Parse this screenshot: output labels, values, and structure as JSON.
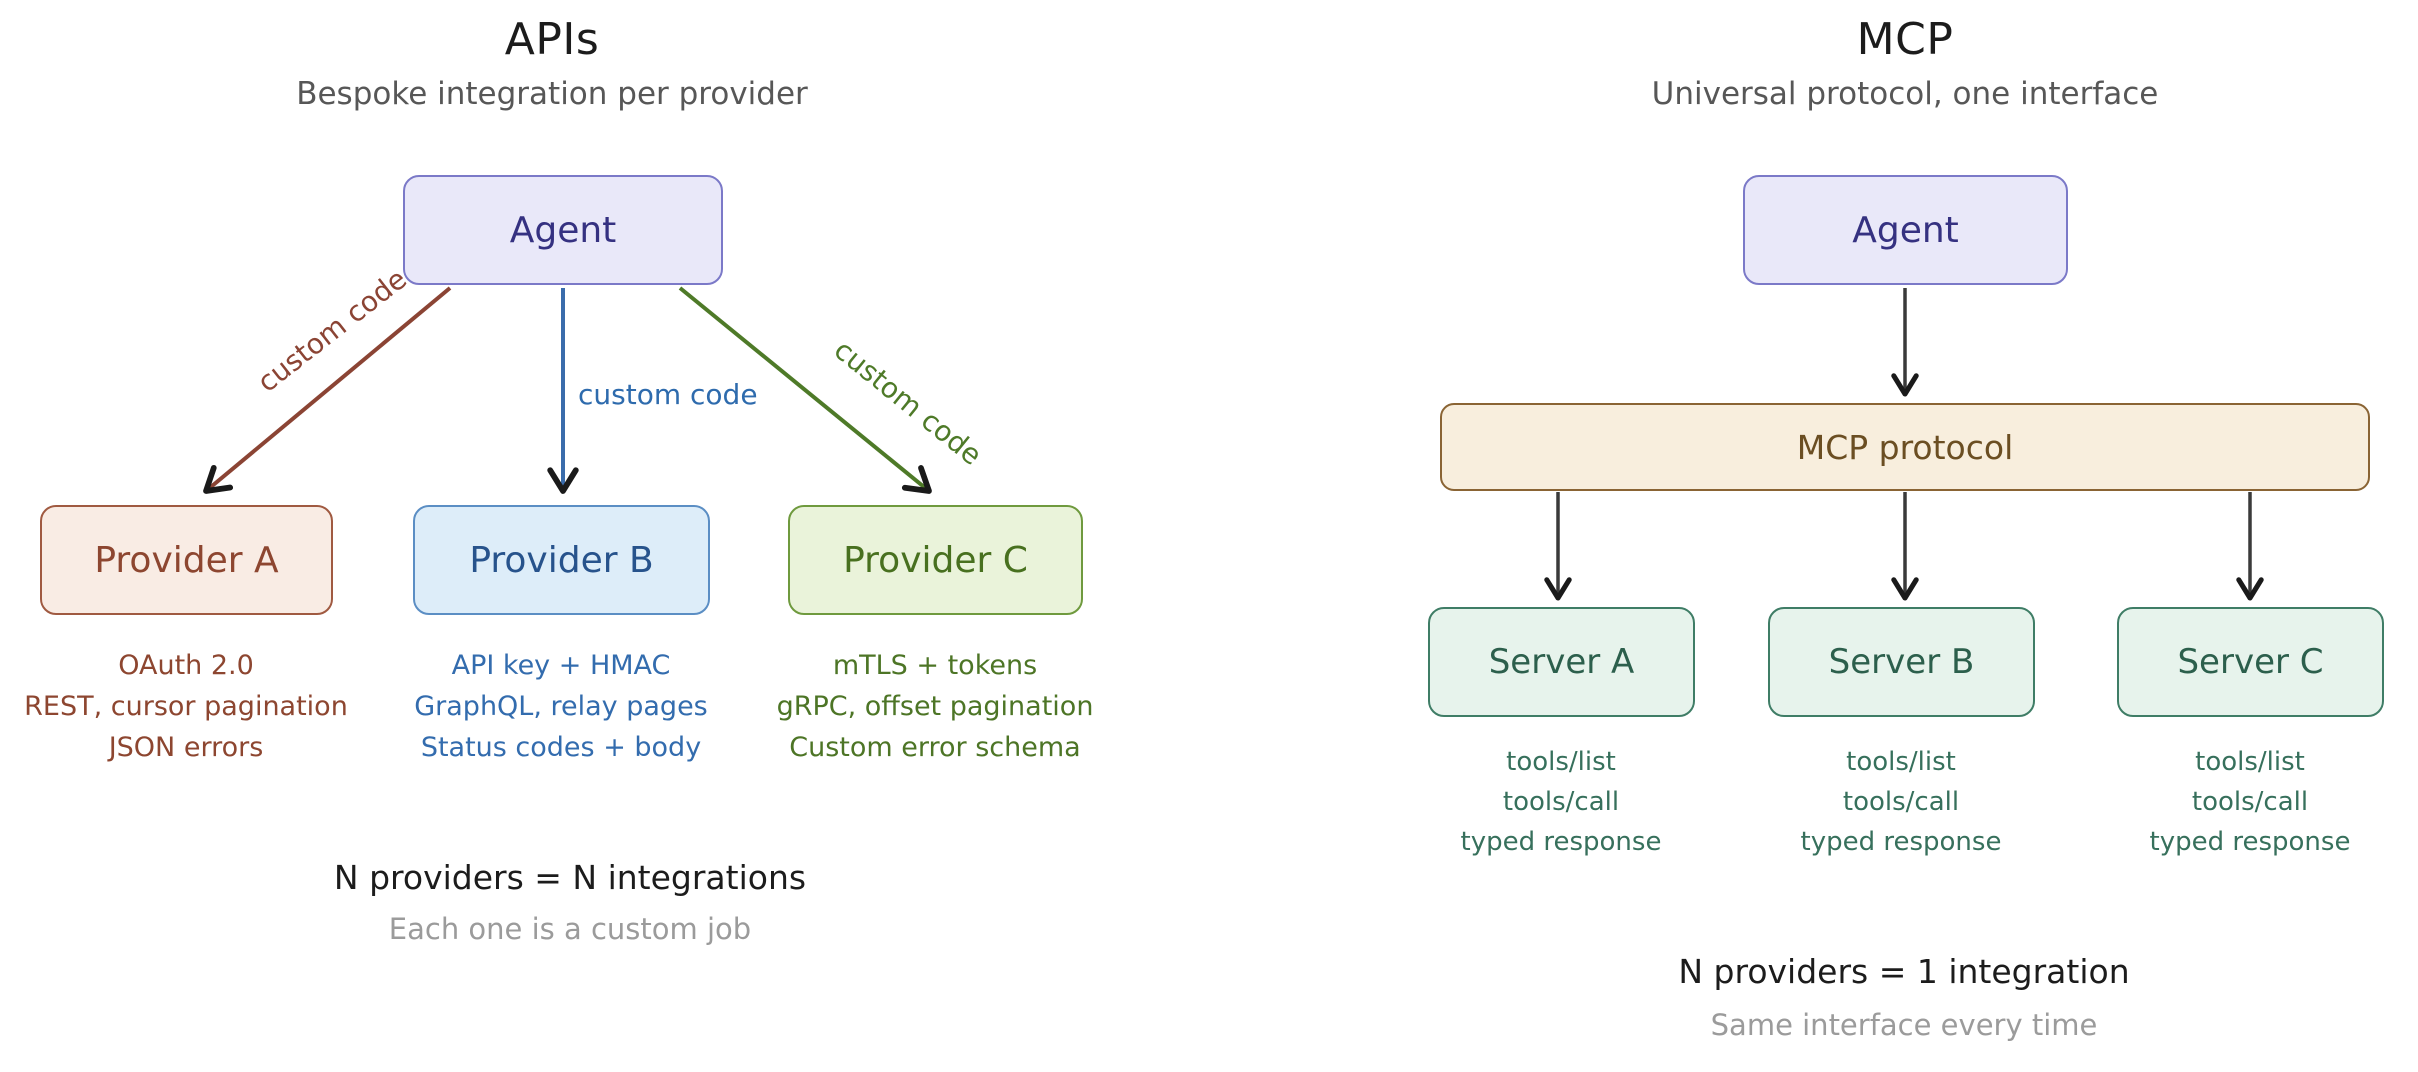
{
  "diagram": {
    "left_panel": {
      "title": "APIs",
      "subtitle": "Bespoke integration per provider",
      "agent": "Agent",
      "edge_labels": {
        "a": "custom code",
        "b": "custom code",
        "c": "custom code"
      },
      "providers": [
        {
          "name": "Provider A",
          "details": [
            "OAuth 2.0",
            "REST, cursor pagination",
            "JSON errors"
          ]
        },
        {
          "name": "Provider B",
          "details": [
            "API key + HMAC",
            "GraphQL, relay pages",
            "Status codes + body"
          ]
        },
        {
          "name": "Provider C",
          "details": [
            "mTLS + tokens",
            "gRPC, offset pagination",
            "Custom error schema"
          ]
        }
      ],
      "summary": "N providers = N integrations",
      "summary_note": "Each one is a custom job"
    },
    "right_panel": {
      "title": "MCP",
      "subtitle": "Universal protocol, one interface",
      "agent": "Agent",
      "protocol": "MCP protocol",
      "servers": [
        {
          "name": "Server A",
          "details": [
            "tools/list",
            "tools/call",
            "typed response"
          ]
        },
        {
          "name": "Server B",
          "details": [
            "tools/list",
            "tools/call",
            "typed response"
          ]
        },
        {
          "name": "Server C",
          "details": [
            "tools/list",
            "tools/call",
            "typed response"
          ]
        }
      ],
      "summary": "N providers = 1 integration",
      "summary_note": "Same interface every time"
    },
    "colors": {
      "agent_fill": "#e9e8f9",
      "agent_border": "#7b79c8",
      "agent_text": "#353181",
      "provider_a_fill": "#f9ece4",
      "provider_a_border": "#a05a41",
      "provider_a_text": "#8d4630",
      "provider_b_fill": "#ddedf9",
      "provider_b_border": "#5b8ec4",
      "provider_b_text": "#27538c",
      "provider_b_detail_text": "#336cae",
      "provider_c_fill": "#eaf3da",
      "provider_c_border": "#6f9a3e",
      "provider_c_text": "#48701f",
      "provider_c_detail_text": "#4d7526",
      "protocol_fill": "#f8eedd",
      "protocol_border": "#8a6434",
      "protocol_text": "#6b4e22",
      "server_fill": "#e7f3ec",
      "server_border": "#3f7d66",
      "server_text": "#2c5f4c",
      "server_detail_text": "#37705c",
      "edge_a": "#8b4434",
      "edge_b": "#3a6cab",
      "edge_c": "#4e7a28",
      "edge_neutral": "#3a3a3a",
      "arrowhead": "#1a1a1a",
      "title_text": "#1c1c1c",
      "subtitle_text": "#575757",
      "summary_text": "#1c1c1c",
      "note_text": "#9b9b9b"
    }
  }
}
